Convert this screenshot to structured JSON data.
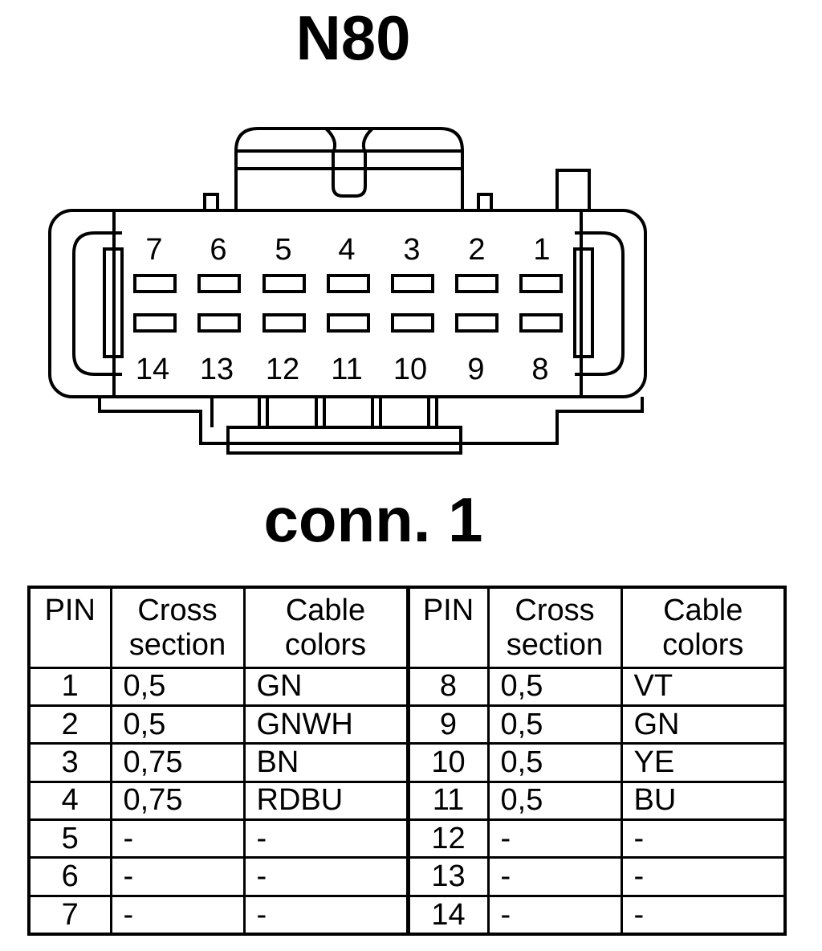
{
  "title": "N80",
  "connector_label": "conn. 1",
  "pin_numbers_top": [
    "7",
    "6",
    "5",
    "4",
    "3",
    "2",
    "1"
  ],
  "pin_numbers_bottom": [
    "14",
    "13",
    "12",
    "11",
    "10",
    "9",
    "8"
  ],
  "table": {
    "headers": [
      "PIN",
      "Cross section",
      "Cable colors",
      "PIN",
      "Cross section",
      "Cable colors"
    ],
    "rows": [
      [
        "1",
        "0,5",
        "GN",
        "8",
        "0,5",
        "VT"
      ],
      [
        "2",
        "0,5",
        "GNWH",
        "9",
        "0,5",
        "GN"
      ],
      [
        "3",
        "0,75",
        "BN",
        "10",
        "0,5",
        "YE"
      ],
      [
        "4",
        "0,75",
        "RDBU",
        "11",
        "0,5",
        "BU"
      ],
      [
        "5",
        "-",
        "-",
        "12",
        "-",
        "-"
      ],
      [
        "6",
        "-",
        "-",
        "13",
        "-",
        "-"
      ],
      [
        "7",
        "-",
        "-",
        "14",
        "-",
        "-"
      ]
    ]
  }
}
